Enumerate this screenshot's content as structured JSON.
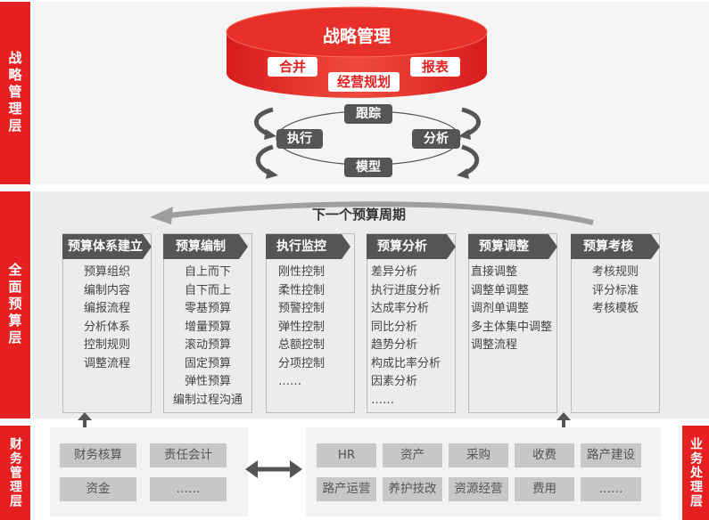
{
  "layers": {
    "strategy": "战略管理层",
    "budget": "全面预算层",
    "finance": "财务管理层",
    "business": "业务处理层"
  },
  "strategy": {
    "title": "战略管理",
    "pills": {
      "merge": "合并",
      "report": "报表",
      "plan": "经营规划"
    },
    "cycle": {
      "track": "跟踪",
      "execute": "执行",
      "analyze": "分析",
      "model": "模型"
    }
  },
  "budget": {
    "next_cycle": "下一个预算周期",
    "columns": [
      {
        "title": "预算体系建立",
        "items": [
          "预算组织",
          "编制内容",
          "编报流程",
          "分析体系",
          "控制规则",
          "调整流程"
        ]
      },
      {
        "title": "预算编制",
        "items": [
          "自上而下",
          "自下而上",
          "零基预算",
          "增量预算",
          "滚动预算",
          "固定预算",
          "弹性预算",
          "编制过程沟通"
        ]
      },
      {
        "title": "执行监控",
        "items": [
          "刚性控制",
          "柔性控制",
          "预警控制",
          "弹性控制",
          "总额控制",
          "分项控制",
          "……"
        ]
      },
      {
        "title": "预算分析",
        "items": [
          "差异分析",
          "执行进度分析",
          "达成率分析",
          "同比分析",
          "趋势分析",
          "构成比率分析",
          "因素分析",
          "……"
        ]
      },
      {
        "title": "预算调整",
        "items": [
          "直接调整",
          "调整单调整",
          "调剂单调整",
          "多主体集中调整",
          "调整流程"
        ]
      },
      {
        "title": "预算考核",
        "items": [
          "考核规则",
          "评分标准",
          "考核模板"
        ]
      }
    ]
  },
  "finance": {
    "boxes": [
      "财务核算",
      "责任会计",
      "资金",
      "……"
    ]
  },
  "business": {
    "boxes": [
      "HR",
      "资产",
      "采购",
      "收费",
      "路产建设",
      "路产运营",
      "养护技改",
      "资源经营",
      "费用",
      "……"
    ]
  },
  "colors": {
    "accent": "#e62021",
    "dark": "#555555",
    "band": "#ececec"
  }
}
